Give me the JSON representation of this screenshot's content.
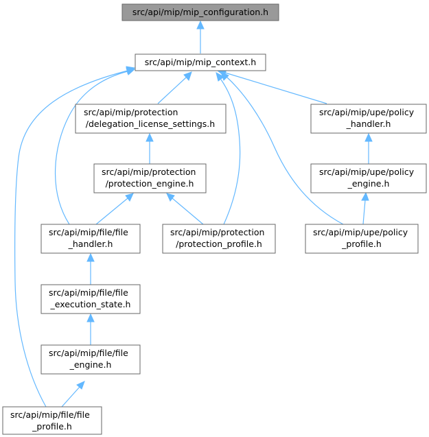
{
  "colors": {
    "edge": "#63b8ff",
    "node_border": "#666666",
    "root_fill": "#999999",
    "node_fill": "#ffffff"
  },
  "nodes": {
    "mip_configuration": {
      "lines": [
        "src/api/mip/mip_configuration.h"
      ]
    },
    "mip_context": {
      "lines": [
        "src/api/mip/mip_context.h"
      ]
    },
    "delegation_license_settings": {
      "lines": [
        "src/api/mip/protection",
        "/delegation_license_settings.h"
      ]
    },
    "policy_handler": {
      "lines": [
        "src/api/mip/upe/policy",
        "_handler.h"
      ]
    },
    "protection_engine": {
      "lines": [
        "src/api/mip/protection",
        "/protection_engine.h"
      ]
    },
    "policy_engine": {
      "lines": [
        "src/api/mip/upe/policy",
        "_engine.h"
      ]
    },
    "file_handler": {
      "lines": [
        "src/api/mip/file/file",
        "_handler.h"
      ]
    },
    "protection_profile": {
      "lines": [
        "src/api/mip/protection",
        "/protection_profile.h"
      ]
    },
    "policy_profile": {
      "lines": [
        "src/api/mip/upe/policy",
        "_profile.h"
      ]
    },
    "file_execution_state": {
      "lines": [
        "src/api/mip/file/file",
        "_execution_state.h"
      ]
    },
    "file_engine": {
      "lines": [
        "src/api/mip/file/file",
        "_engine.h"
      ]
    },
    "file_profile": {
      "lines": [
        "src/api/mip/file/file",
        "_profile.h"
      ]
    }
  },
  "edges": [
    {
      "from": "mip_context",
      "to": "mip_configuration"
    },
    {
      "from": "delegation_license_settings",
      "to": "mip_context"
    },
    {
      "from": "policy_handler",
      "to": "mip_context"
    },
    {
      "from": "file_handler",
      "to": "mip_context"
    },
    {
      "from": "protection_profile",
      "to": "mip_context"
    },
    {
      "from": "policy_profile",
      "to": "mip_context"
    },
    {
      "from": "file_profile",
      "to": "mip_context"
    },
    {
      "from": "protection_engine",
      "to": "delegation_license_settings"
    },
    {
      "from": "policy_engine",
      "to": "policy_handler"
    },
    {
      "from": "file_handler",
      "to": "protection_engine"
    },
    {
      "from": "protection_profile",
      "to": "protection_engine"
    },
    {
      "from": "policy_profile",
      "to": "policy_engine"
    },
    {
      "from": "file_execution_state",
      "to": "file_handler"
    },
    {
      "from": "file_engine",
      "to": "file_execution_state"
    },
    {
      "from": "file_profile",
      "to": "file_engine"
    }
  ]
}
